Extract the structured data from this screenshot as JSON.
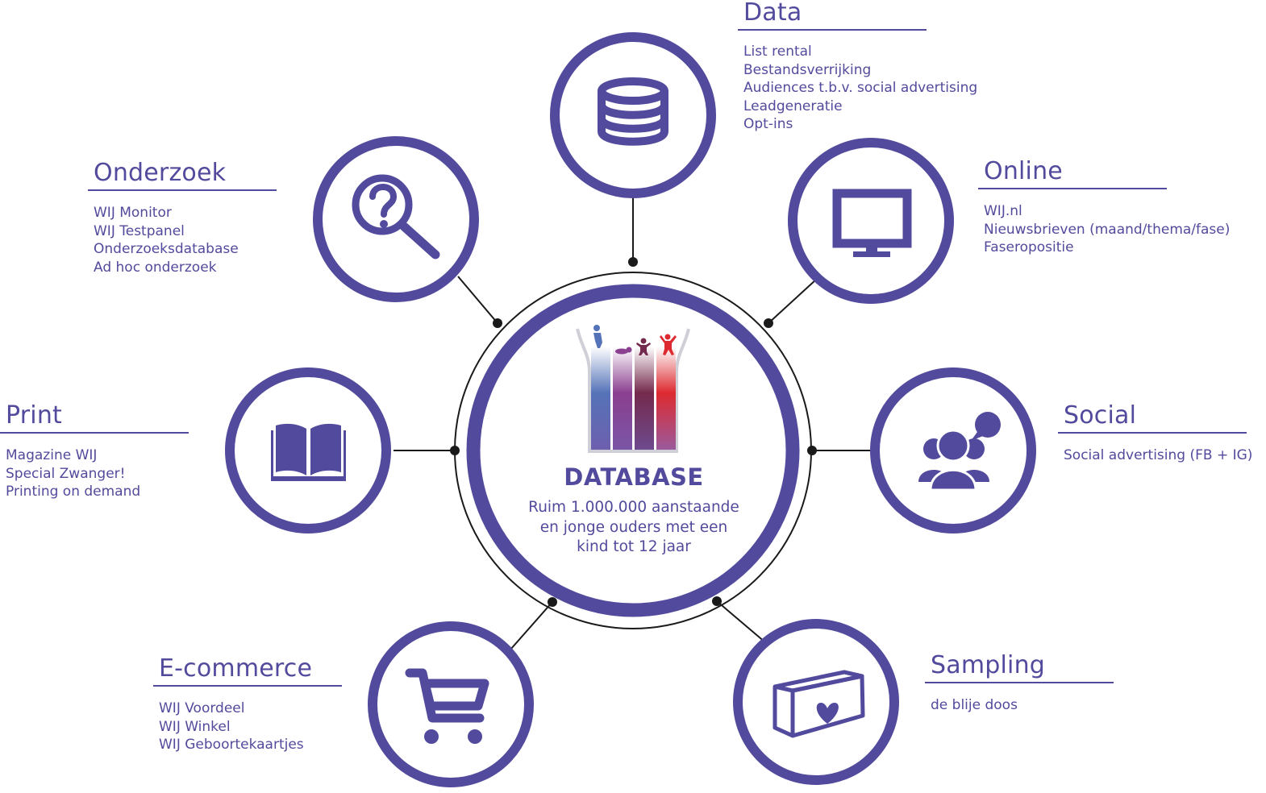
{
  "colors": {
    "primary": "#524a9c",
    "line": "#1a1a1a",
    "bar_blue": "#5573b8",
    "bar_purple": "#8b3f8f",
    "bar_maroon": "#742a4c",
    "bar_red": "#dd2a30"
  },
  "center": {
    "title": "DATABASE",
    "description_lines": [
      "Ruim 1.000.000 aanstaande",
      "en jonge ouders met een",
      "kind tot 12 jaar"
    ],
    "logo": "family-stages-logo"
  },
  "nodes": [
    {
      "id": "data",
      "icon": "database-icon",
      "title": "Data",
      "items": [
        "List rental",
        "Bestandsverrijking",
        "Audiences t.b.v. social advertising",
        "Leadgeneratie",
        "Opt-ins"
      ]
    },
    {
      "id": "online",
      "icon": "monitor-icon",
      "title": "Online",
      "items": [
        "WIJ.nl",
        "Nieuwsbrieven (maand/thema/fase)",
        "Faseropositie"
      ]
    },
    {
      "id": "social",
      "icon": "people-chat-icon",
      "title": "Social",
      "items": [
        "Social advertising (FB + IG)"
      ]
    },
    {
      "id": "sampling",
      "icon": "heart-box-icon",
      "title": "Sampling",
      "items": [
        "de blije doos"
      ]
    },
    {
      "id": "ecommerce",
      "icon": "shopping-cart-icon",
      "title": "E-commerce",
      "items": [
        "WIJ Voordeel",
        "WIJ Winkel",
        "WIJ Geboortekaartjes"
      ]
    },
    {
      "id": "print",
      "icon": "open-book-icon",
      "title": "Print",
      "items": [
        "Magazine WIJ",
        "Special Zwanger!",
        "Printing on demand"
      ]
    },
    {
      "id": "onderzoek",
      "icon": "search-question-icon",
      "title": "Onderzoek",
      "items": [
        "WIJ Monitor",
        "WIJ Testpanel",
        "Onderzoeksdatabase",
        "Ad hoc onderzoek"
      ]
    }
  ]
}
